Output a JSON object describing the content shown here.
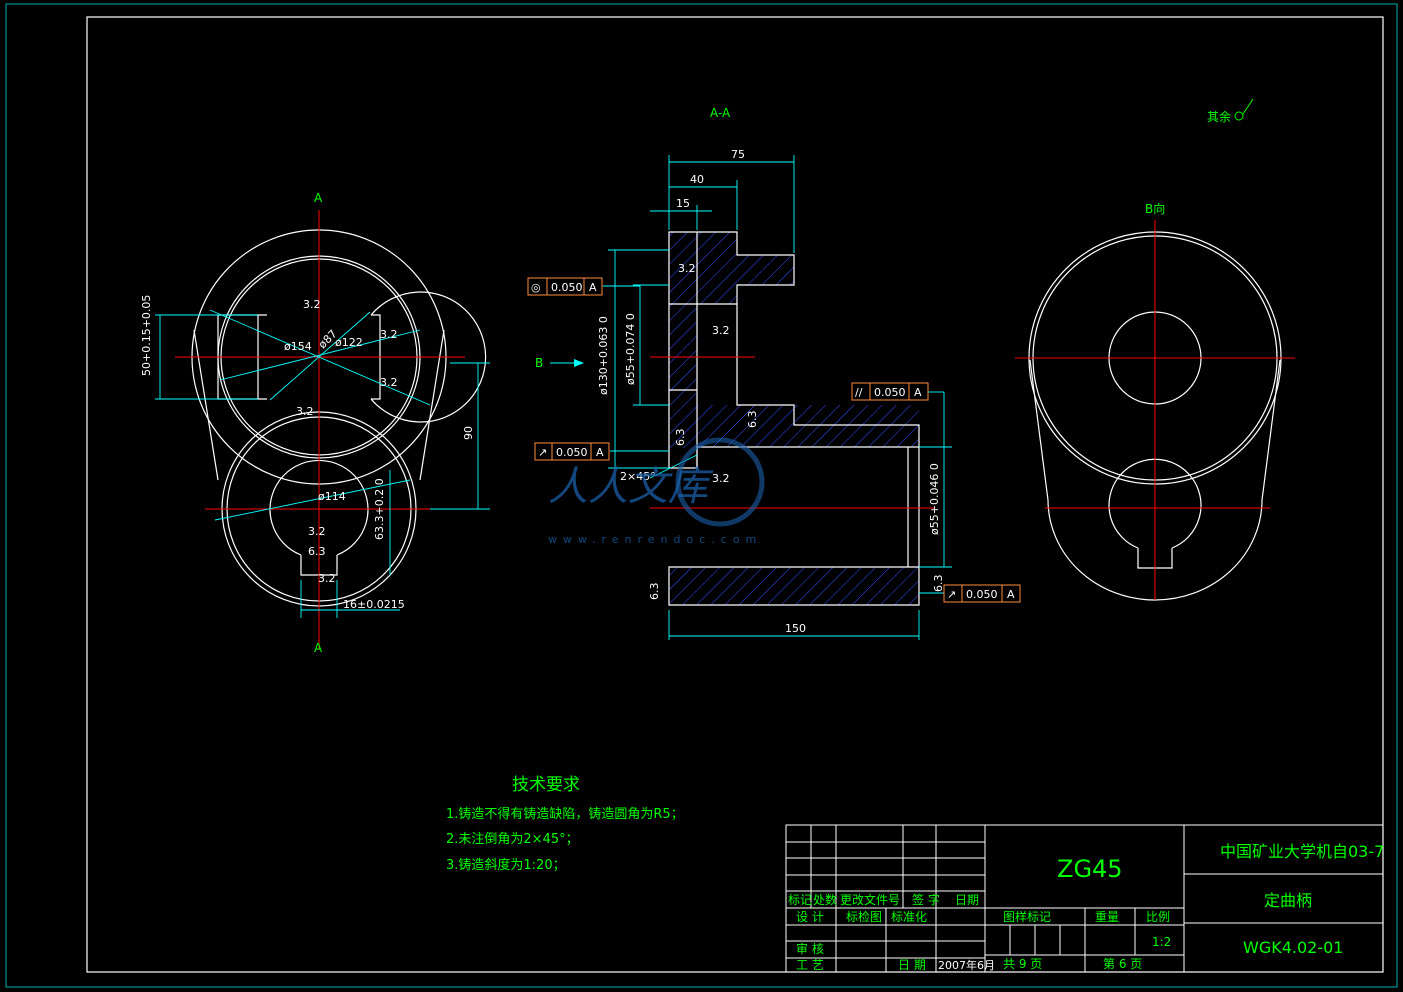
{
  "section_label": "A-A",
  "view_b_label": "B向",
  "surface_note": "其余",
  "left_view": {
    "cut_top": "A",
    "cut_bottom": "A",
    "dims": {
      "d154": "ø154",
      "d87": "ø87",
      "d122": "ø122",
      "d114": "ø114",
      "r_top_1": "3.2",
      "r_top_2": "3.2",
      "r_top_3": "3.2",
      "r_top_4": "3.2",
      "r_bot_1": "3.2",
      "r_bot_2": "6.3",
      "r_bot_3": "3.2",
      "h50": "50+0.15+0.05",
      "h90": "90",
      "h633": "63.3+0.2 0",
      "w16": "16±0.0215"
    }
  },
  "section_view": {
    "arrow_b": "B",
    "dims": {
      "d75": "75",
      "d40": "40",
      "d15": "15",
      "d150": "150",
      "d130": "ø130+0.063 0",
      "d55a": "ø55+0.074 0",
      "d55b": "ø55+0.046 0",
      "chamfer": "2×45°"
    },
    "roughness": [
      "3.2",
      "3.2",
      "6.3",
      "6.3",
      "3.2",
      "6.3",
      "6.3"
    ],
    "tol_1": {
      "sym": "◎",
      "val": "0.050",
      "ref": "A"
    },
    "tol_2": {
      "sym": "↗",
      "val": "0.050",
      "ref": "A"
    },
    "tol_3": {
      "sym": "//",
      "val": "0.050",
      "ref": "A"
    },
    "tol_4": {
      "sym": "↗",
      "val": "0.050",
      "ref": "A"
    }
  },
  "requirements": {
    "title": "技术要求",
    "items": [
      "1.铸造不得有铸造缺陷，铸造圆角为R5；",
      "2.未注倒角为2×45°；",
      "3.铸造斜度为1:20；"
    ]
  },
  "title_block": {
    "material": "ZG45",
    "school": "中国矿业大学机自03-7",
    "part_name": "定曲柄",
    "drawing_no": "WGK4.02-01",
    "h_mark": "标记",
    "h_qty": "处数",
    "h_doc": "更改文件号",
    "h_sign": "签 字",
    "h_date": "日期",
    "r_design": "设 计",
    "r_stdchk": "标检图",
    "r_std": "标准化",
    "r_review": "审 核",
    "r_process": "工 艺",
    "r_date": "日 期",
    "date_val": "2007年6月",
    "stage_mark": "图样标记",
    "weight": "重量",
    "scale_lbl": "比例",
    "scale_val": "1:2",
    "total": "共 9 页",
    "page": "第 6 页"
  },
  "watermark": {
    "text": "人人文库",
    "url": "www.renrendoc.com"
  },
  "colors": {
    "background": "#000000",
    "outline": "#ffffff",
    "center": "#ff0000",
    "dimension": "#00ffff",
    "text": "#00ff00",
    "hatch": "#3050ff",
    "tolerance": "#ff8c40"
  }
}
